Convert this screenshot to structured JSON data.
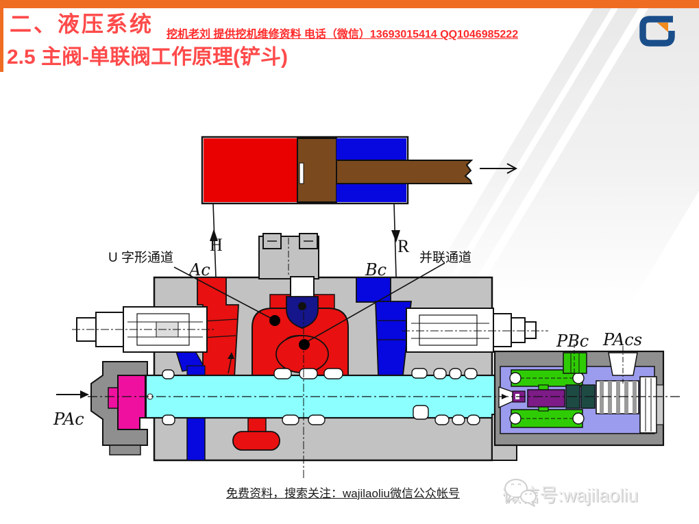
{
  "header": {
    "section_title": "二、液压系统",
    "contact_line": "挖机老刘 提供挖机维修资料 电话（微信）13693015414 QQ1046985222",
    "subsection_title": "2.5 主阀-单联阀工作原理(铲斗)"
  },
  "diagram": {
    "labels": {
      "h": "H",
      "r": "R",
      "u_channel": "U 字形通道",
      "parallel_channel": "并联通道",
      "ac": "Ac",
      "bc": "Bc",
      "pbc": "PBc",
      "pacs": "PAcs",
      "pac": "PAc"
    }
  },
  "footer": {
    "note": "免费资料，搜索关注：wajilaoliu微信公众帐号",
    "watermark_text": "微信号:wajilaoliu"
  },
  "icons": {
    "logo": "liugong-logo",
    "watermark_icon": "wechat-bubbles-icon"
  },
  "colors": {
    "accent_orange": "#EF6C23",
    "title_red": "#FF4A4A",
    "supply_red": "#E81010",
    "return_blue": "#0707DF",
    "spool_cyan": "#8CFFFF",
    "body_gray": "#C2C2C2",
    "cap_gray": "#8F8F8F",
    "spring_green": "#2FCC05",
    "piston_brown": "#7A4A1E",
    "seal_magenta": "#F010A0",
    "stem_purple": "#7D1B87",
    "block_teal": "#1D4B44",
    "guide_lavender": "#9C9CEE",
    "logo_navy": "#1A4E8A",
    "poppet_navy": "#15158C"
  }
}
